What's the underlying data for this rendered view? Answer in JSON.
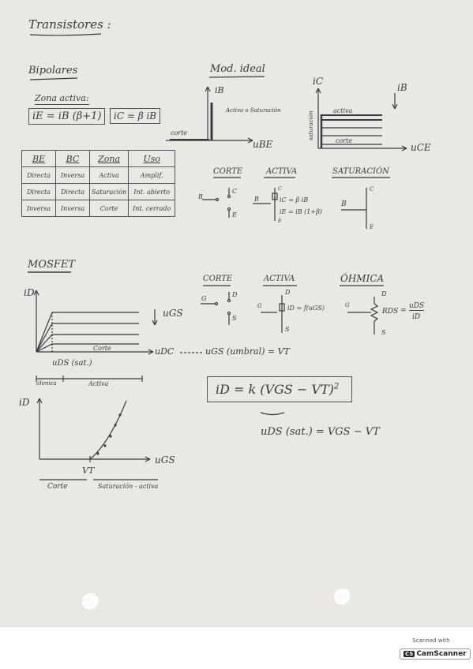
{
  "title": "Transistores :",
  "bipolar": {
    "heading": "Bipolares",
    "zone_label": "Zona activa:",
    "eq1": "iE = iB (β+1)",
    "eq2": "iC = β iB",
    "ideal_label": "Mod. ideal",
    "graph1": {
      "y_axis": "iB",
      "x_axis": "uBE",
      "curve_label": "Activa o Saturación",
      "cutoff": "corte"
    },
    "graph2": {
      "y_axis": "iC",
      "param": "iB",
      "x_axis": "uCE",
      "active": "activa",
      "saturation": "saturación",
      "cutoff": "corte"
    },
    "table": {
      "headers": [
        "BE",
        "BC",
        "Zona",
        "Uso"
      ],
      "rows": [
        [
          "Directa",
          "Inversa",
          "Activa",
          "Amplif."
        ],
        [
          "Directa",
          "Directa",
          "Saturación",
          "Int. abierto"
        ],
        [
          "Inversa",
          "Inversa",
          "Corte",
          "Int. cerrado"
        ]
      ]
    },
    "models": {
      "corte": {
        "title": "CORTE",
        "b": "B",
        "c": "C",
        "e": "E"
      },
      "activa": {
        "title": "ACTIVA",
        "b": "B",
        "c": "C",
        "e": "E",
        "eq1": "iC = β iB",
        "eq2": "iE = iB (1+β)"
      },
      "saturacion": {
        "title": "SATURACIÓN",
        "b": "B",
        "c": "C",
        "e": "E"
      }
    }
  },
  "mosfet": {
    "heading": "MOSFET",
    "graph1": {
      "y_axis": "iD",
      "param": "uGS",
      "x_axis": "uDC",
      "cutoff": "Corte",
      "threshold": "uGS (umbral) = VT",
      "uds_sat": "uDS (sat.)",
      "ohmic": "óhmica",
      "active": "Activa"
    },
    "models": {
      "corte": {
        "title": "CORTE",
        "g": "G",
        "d": "D",
        "s": "S"
      },
      "activa": {
        "title": "ACTIVA",
        "g": "G",
        "d": "D",
        "s": "S",
        "eq": "iD = f(uGS)"
      },
      "ohmica": {
        "title": "ÓHMICA",
        "g": "G",
        "d": "D",
        "s": "S",
        "rds": "RDS",
        "eq_num": "uDS",
        "eq_den": "iD"
      }
    },
    "equation": "iD = k (VGS − VT)",
    "exponent": "2",
    "sat_eq": "uDS (sat.) = VGS − VT",
    "graph2": {
      "y_axis": "iD",
      "x_axis": "uGS",
      "vt": "VT",
      "cutoff": "Corte",
      "sat": "Saturación - activa"
    }
  },
  "watermark": {
    "scanned_with": "Scanned with",
    "brand": "CamScanner",
    "logo": "CS"
  }
}
